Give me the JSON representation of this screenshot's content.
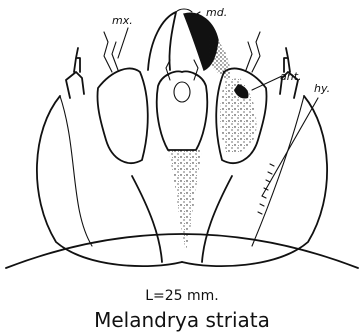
{
  "labels": {
    "mx": "mx.",
    "md": "md.",
    "ant": "ant.",
    "hy": "hy."
  },
  "scale_text": "L=25 mm.",
  "caption": "Melandrya striata"
}
